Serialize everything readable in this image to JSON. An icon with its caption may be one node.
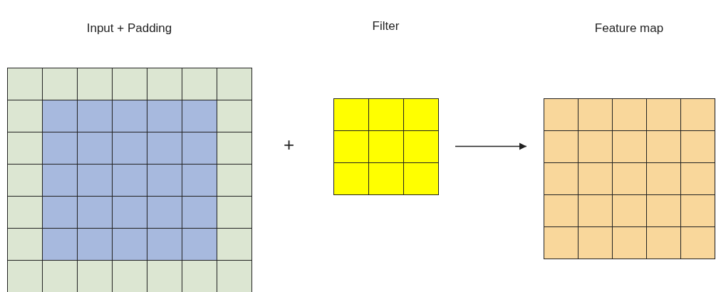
{
  "diagram": {
    "nodes": [
      {
        "text": [
          "Input + Padding"
        ]
      },
      {
        "text": [
          "Filter"
        ]
      },
      {
        "text": [
          "Feature map"
        ]
      }
    ],
    "edges": [
      {
        "from": 1,
        "to": 2,
        "arrow": "to"
      }
    ],
    "labels": [
      "+"
    ]
  }
}
